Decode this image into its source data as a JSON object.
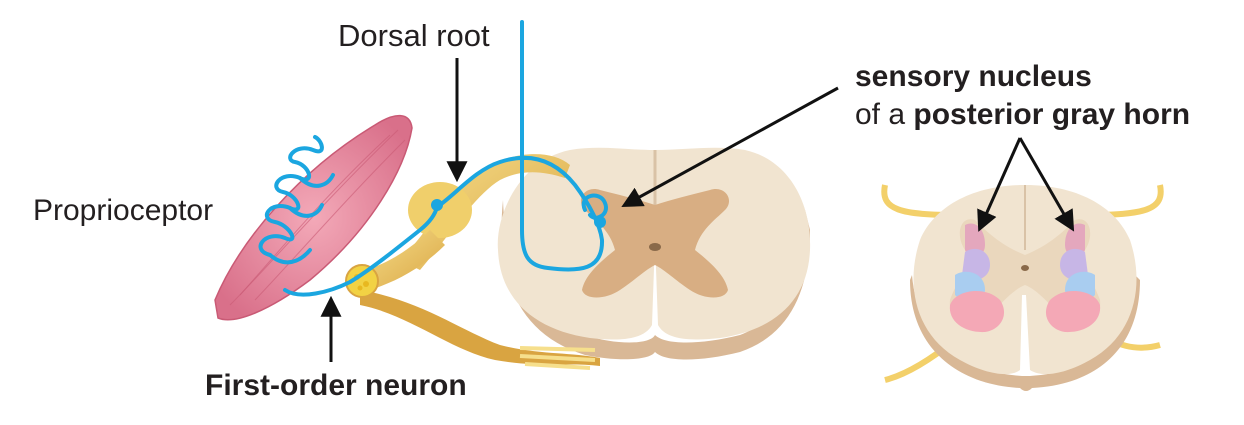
{
  "labels": {
    "dorsal_root": "Dorsal root",
    "proprioceptor": "Proprioceptor",
    "first_order_neuron": "First-order neuron",
    "sensory_nucleus": "sensory nucleus",
    "of_a": "of a ",
    "posterior_gray_horn": "posterior gray horn"
  },
  "colors": {
    "neuron": "#1ba6e0",
    "muscle": "#e88ba0",
    "nerve": "#f3d06a",
    "cord": "#f1e4d0",
    "gray_matter": "#d8ae83",
    "pink_region": "#f4a8b6",
    "blue_region": "#a9cdf0",
    "arrow": "#111111"
  }
}
